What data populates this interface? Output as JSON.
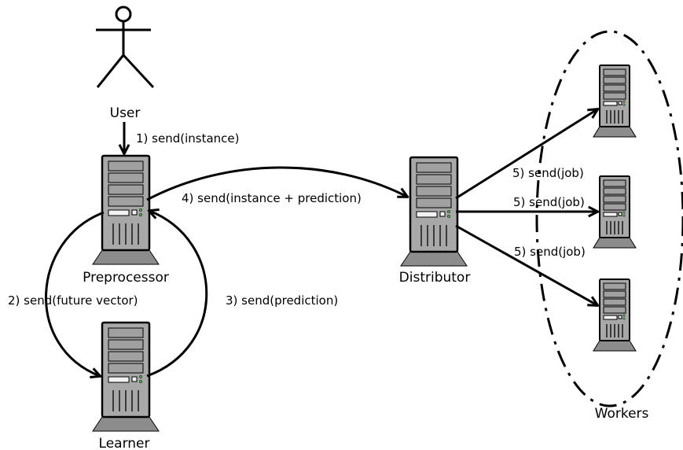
{
  "nodes": {
    "user": "User",
    "preprocessor": "Preprocessor",
    "learner": "Learner",
    "distributor": "Distributor",
    "workers": "Workers"
  },
  "edges": {
    "send_instance": "1) send(instance)",
    "send_future_vector": "2) send(future vector)",
    "send_prediction": "3) send(prediction)",
    "send_instance_prediction": "4) send(instance + prediction)",
    "send_job_1": "5) send(job)",
    "send_job_2": "5) send(job)",
    "send_job_3": "5) send(job)"
  }
}
